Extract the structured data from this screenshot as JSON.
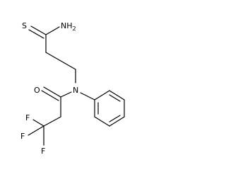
{
  "molecule": {
    "atoms": {
      "thione_s": "S",
      "amine": "NH",
      "amine_sub": "2",
      "amide_n": "N",
      "carbonyl_o": "O",
      "fluorine_1": "F",
      "fluorine_2": "F",
      "fluorine_3": "F"
    },
    "colors": {
      "bond": "#000000",
      "label": "#000000",
      "background": "#ffffff"
    }
  }
}
